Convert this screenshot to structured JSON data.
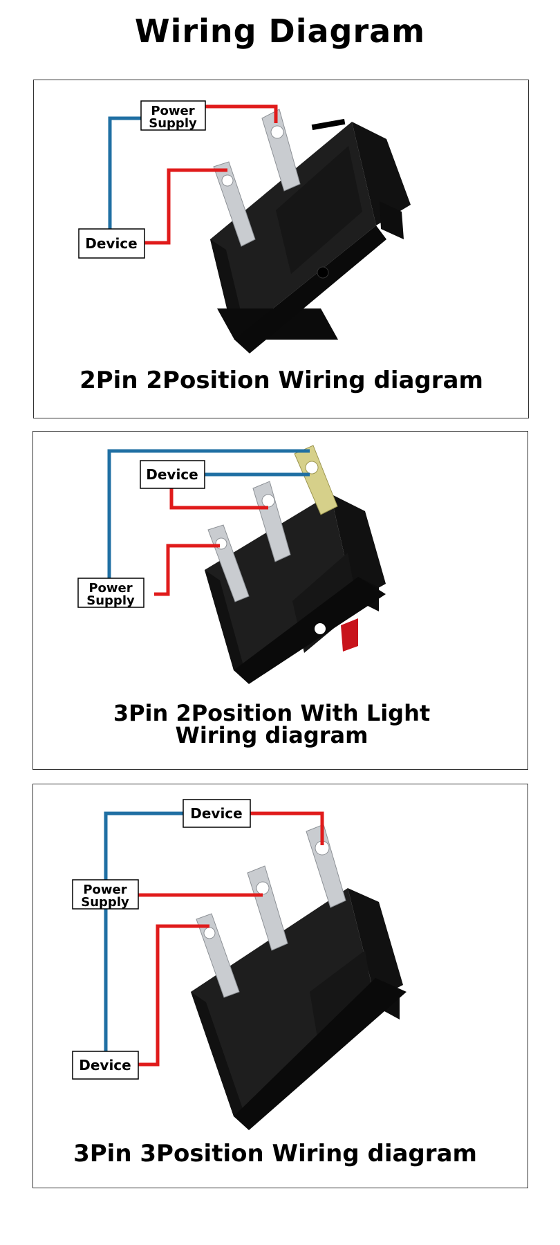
{
  "title": "Wiring Diagram",
  "colors": {
    "live_wire": "#e01b1b",
    "return_wire": "#1f6fa3",
    "housing": "#1b1b1b",
    "terminal": "#c9ccd0",
    "lamp_terminal": "#d6d08a"
  },
  "panels": [
    {
      "caption": "2Pin 2Position  Wiring diagram",
      "labels": {
        "power_1": "Power",
        "power_2": "Supply",
        "device": "Device"
      }
    },
    {
      "caption_1": "3Pin 2Position With Light",
      "caption_2": "Wiring diagram",
      "labels": {
        "device": "Device",
        "power_1": "Power",
        "power_2": "Supply"
      }
    },
    {
      "caption": "3Pin 3Position  Wiring diagram",
      "labels": {
        "device_top": "Device",
        "power_1": "Power",
        "power_2": "Supply",
        "device_bottom": "Device"
      }
    }
  ]
}
